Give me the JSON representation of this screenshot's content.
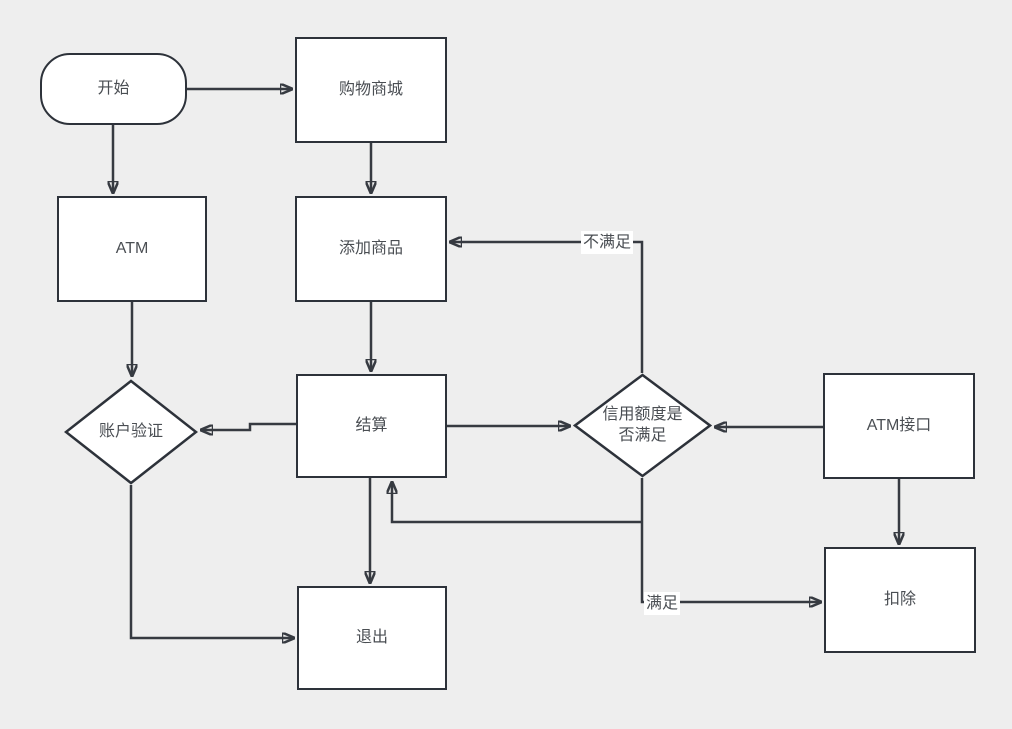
{
  "diagram": {
    "title": "shopping-atm-flowchart",
    "colors": {
      "background": "#eeeeee",
      "node_fill": "#ffffff",
      "node_border": "#2d323a",
      "connector": "#363a41",
      "text": "#4a4e53",
      "edge_label_background": "#ffffff"
    },
    "nodes": {
      "start": {
        "label": "开始",
        "shape": "stadium"
      },
      "mall": {
        "label": "购物商城",
        "shape": "rect"
      },
      "atm": {
        "label": "ATM",
        "shape": "rect"
      },
      "add_product": {
        "label": "添加商品",
        "shape": "rect"
      },
      "account_verify": {
        "label": "账户验证",
        "shape": "diamond"
      },
      "settle": {
        "label": "结算",
        "shape": "rect"
      },
      "credit_check": {
        "label": "信用额度是否满足",
        "shape": "diamond"
      },
      "atm_api": {
        "label": "ATM接口",
        "shape": "rect"
      },
      "exit": {
        "label": "退出",
        "shape": "rect"
      },
      "deduct": {
        "label": "扣除",
        "shape": "rect"
      }
    },
    "edges": [
      {
        "from": "start",
        "to": "mall"
      },
      {
        "from": "start",
        "to": "atm"
      },
      {
        "from": "mall",
        "to": "add_product"
      },
      {
        "from": "add_product",
        "to": "settle"
      },
      {
        "from": "atm",
        "to": "account_verify"
      },
      {
        "from": "settle",
        "to": "account_verify"
      },
      {
        "from": "account_verify",
        "to": "exit"
      },
      {
        "from": "settle",
        "to": "exit"
      },
      {
        "from": "settle",
        "to": "credit_check"
      },
      {
        "from": "atm_api",
        "to": "credit_check"
      },
      {
        "from": "credit_check",
        "to": "add_product",
        "label": "不满足"
      },
      {
        "from": "credit_check",
        "to": "deduct",
        "label": "满足"
      },
      {
        "from": "credit_check",
        "to": "settle"
      },
      {
        "from": "atm_api",
        "to": "deduct"
      }
    ],
    "edge_labels": {
      "not_satisfied": "不满足",
      "satisfied": "满足"
    }
  }
}
